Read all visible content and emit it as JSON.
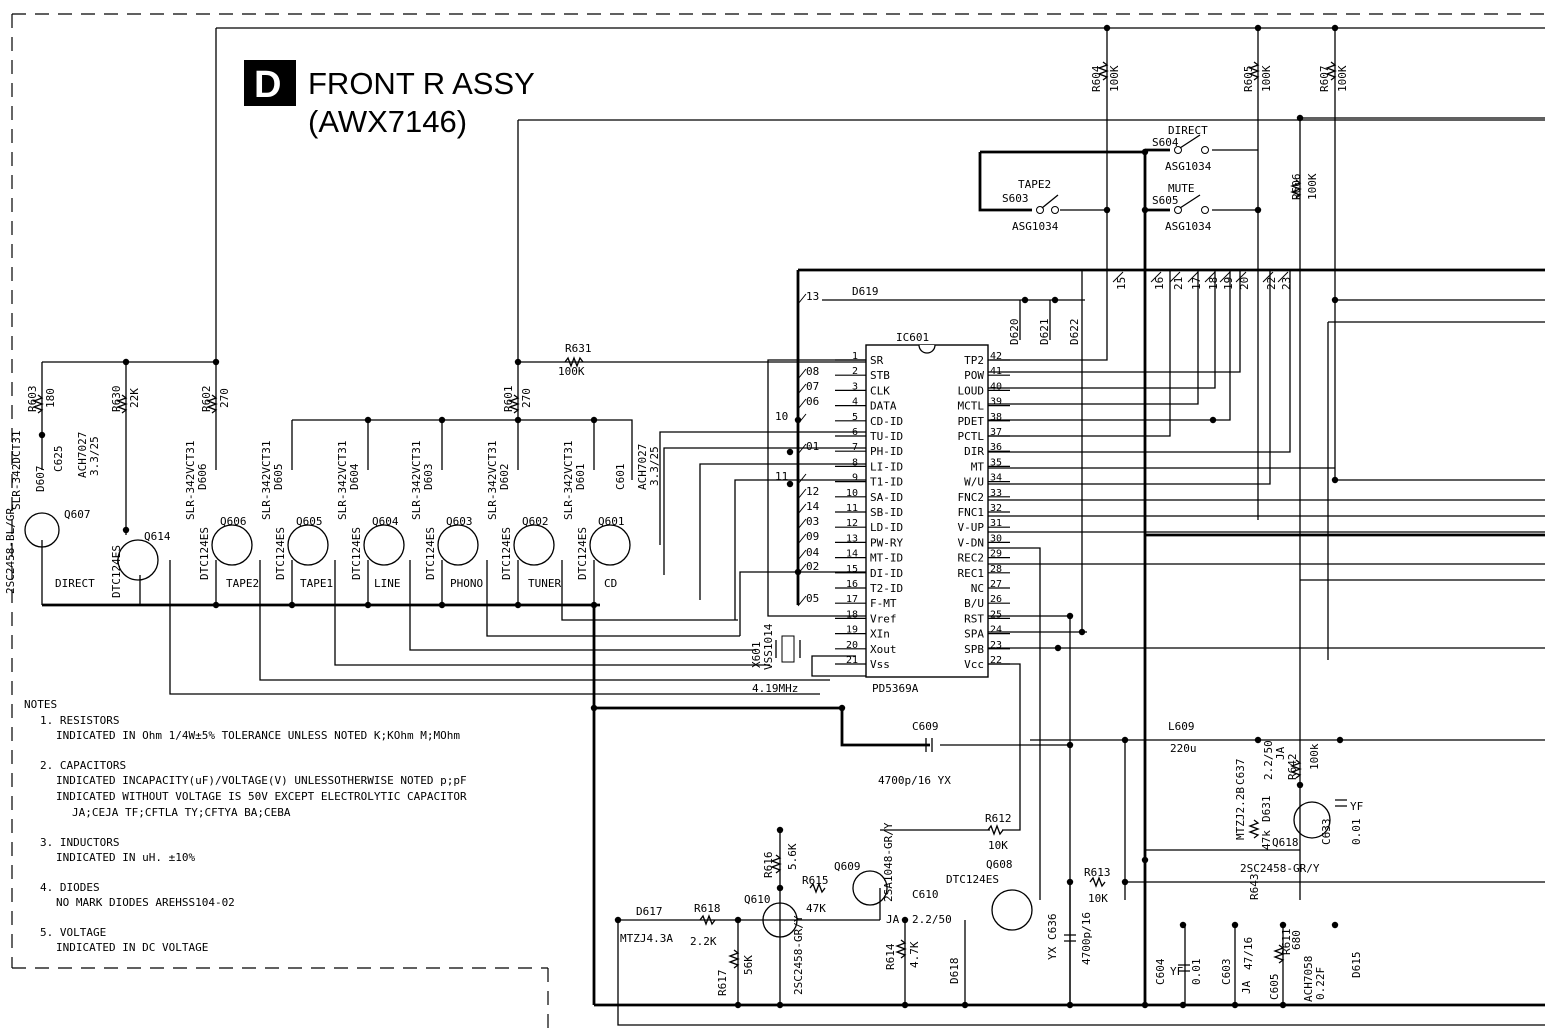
{
  "board": {
    "letter": "D",
    "name": "FRONT R ASSY",
    "part_no": "(AWX7146)"
  },
  "ic": {
    "ref": "IC601",
    "part": "PD5369A",
    "left_pins": [
      {
        "n": "1",
        "name": "SR"
      },
      {
        "n": "2",
        "name": "STB"
      },
      {
        "n": "3",
        "name": "CLK"
      },
      {
        "n": "4",
        "name": "DATA"
      },
      {
        "n": "5",
        "name": "CD-ID"
      },
      {
        "n": "6",
        "name": "TU-ID"
      },
      {
        "n": "7",
        "name": "PH-ID"
      },
      {
        "n": "8",
        "name": "LI-ID"
      },
      {
        "n": "9",
        "name": "T1-ID"
      },
      {
        "n": "10",
        "name": "SA-ID"
      },
      {
        "n": "11",
        "name": "SB-ID"
      },
      {
        "n": "12",
        "name": "LD-ID"
      },
      {
        "n": "13",
        "name": "PW-RY"
      },
      {
        "n": "14",
        "name": "MT-ID"
      },
      {
        "n": "15",
        "name": "DI-ID"
      },
      {
        "n": "16",
        "name": "T2-ID"
      },
      {
        "n": "17",
        "name": "F-MT"
      },
      {
        "n": "18",
        "name": "Vref"
      },
      {
        "n": "19",
        "name": "XIn"
      },
      {
        "n": "20",
        "name": "Xout"
      },
      {
        "n": "21",
        "name": "Vss"
      }
    ],
    "right_pins": [
      {
        "n": "42",
        "name": "TP2"
      },
      {
        "n": "41",
        "name": "POW"
      },
      {
        "n": "40",
        "name": "LOUD"
      },
      {
        "n": "39",
        "name": "MCTL"
      },
      {
        "n": "38",
        "name": "PDET"
      },
      {
        "n": "37",
        "name": "PCTL"
      },
      {
        "n": "36",
        "name": "DIR"
      },
      {
        "n": "35",
        "name": "MT"
      },
      {
        "n": "34",
        "name": "W/U"
      },
      {
        "n": "33",
        "name": "FNC2"
      },
      {
        "n": "32",
        "name": "FNC1"
      },
      {
        "n": "31",
        "name": "V-UP"
      },
      {
        "n": "30",
        "name": "V-DN"
      },
      {
        "n": "29",
        "name": "REC2"
      },
      {
        "n": "28",
        "name": "REC1"
      },
      {
        "n": "27",
        "name": "NC"
      },
      {
        "n": "26",
        "name": "B/U"
      },
      {
        "n": "25",
        "name": "RST"
      },
      {
        "n": "24",
        "name": "SPA"
      },
      {
        "n": "23",
        "name": "SPB"
      },
      {
        "n": "22",
        "name": "Vcc"
      }
    ]
  },
  "bus_left": [
    "13",
    "08",
    "07",
    "06",
    "10",
    "01",
    "11",
    "12",
    "14",
    "03",
    "09",
    "04",
    "02",
    "05"
  ],
  "bus_top": [
    "15",
    "16",
    "21",
    "17",
    "18",
    "19",
    "20",
    "22",
    "23"
  ],
  "components": {
    "r604": {
      "ref": "R604",
      "val": "100K"
    },
    "r605": {
      "ref": "R605",
      "val": "100K"
    },
    "r607": {
      "ref": "R607",
      "val": "100K"
    },
    "r606": {
      "ref": "R606",
      "val": "100K"
    },
    "s604": {
      "ref": "S604",
      "name": "DIRECT",
      "part": "ASG1034"
    },
    "s603": {
      "ref": "S603",
      "name": "TAPE2",
      "part": "ASG1034"
    },
    "s605": {
      "ref": "S605",
      "name": "MUTE",
      "part": "ASG1034"
    },
    "d619": "D619",
    "d620": "D620",
    "d621": "D621",
    "d622": "D622",
    "r631": {
      "ref": "R631",
      "val": "100K"
    },
    "r603": {
      "ref": "R603",
      "val": "180"
    },
    "r630": {
      "ref": "R630",
      "val": "22K"
    },
    "r602": {
      "ref": "R602",
      "val": "270"
    },
    "r601": {
      "ref": "R601",
      "val": "270"
    },
    "c625": {
      "ref": "C625",
      "part": "ACH7027",
      "val": "3.3/25"
    },
    "c601": {
      "ref": "C601",
      "part": "ACH7027",
      "val": "3.3/25"
    },
    "d607": {
      "ref": "D607",
      "part": "SLR-342DCT31"
    },
    "d606": {
      "ref": "D606",
      "part": "SLR-342VCT31"
    },
    "d605": {
      "ref": "D605",
      "part": "SLR-342VCT31"
    },
    "d604": {
      "ref": "D604",
      "part": "SLR-342VCT31"
    },
    "d603": {
      "ref": "D603",
      "part": "SLR-342VCT31"
    },
    "d602": {
      "ref": "D602",
      "part": "SLR-342VCT31"
    },
    "d601": {
      "ref": "D601",
      "part": "SLR-342VCT31"
    },
    "q607": {
      "ref": "Q607",
      "part": "2SC2458-BL/GR",
      "label": "DIRECT"
    },
    "q614": {
      "ref": "Q614",
      "part": "DTC124ES"
    },
    "q606": {
      "ref": "Q606",
      "part": "DTC124ES",
      "label": "TAPE2"
    },
    "q605": {
      "ref": "Q605",
      "part": "DTC124ES",
      "label": "TAPE1"
    },
    "q604": {
      "ref": "Q604",
      "part": "DTC124ES",
      "label": "LINE"
    },
    "q603": {
      "ref": "Q603",
      "part": "DTC124ES",
      "label": "PHONO"
    },
    "q602": {
      "ref": "Q602",
      "part": "DTC124ES",
      "label": "TUNER"
    },
    "q601": {
      "ref": "Q601",
      "part": "DTC124ES",
      "label": "CD"
    },
    "x601": {
      "ref": "X601",
      "part": "VSS1014",
      "freq": "4.19MHz"
    },
    "c609": {
      "ref": "C609",
      "val": "4700p/16 YX"
    },
    "l609": {
      "ref": "L609",
      "val": "220u"
    },
    "c637": {
      "ref": "C637",
      "val": "2.2/50",
      "type": "JA"
    },
    "d631": {
      "ref": "D631",
      "part": "MTZJ2.2B"
    },
    "r642": {
      "ref": "R642",
      "val": "100k"
    },
    "r643": {
      "ref": "R643",
      "val": "47k"
    },
    "c633": {
      "ref": "C633",
      "val": "0.01",
      "type": "YF"
    },
    "q618": {
      "ref": "Q618",
      "part": "2SC2458-GR/Y"
    },
    "r612": {
      "ref": "R612",
      "val": "10K"
    },
    "q609": {
      "ref": "Q609",
      "part": "2SA1048-GR/Y"
    },
    "q608": {
      "ref": "Q608",
      "part": "DTC124ES"
    },
    "r616": {
      "ref": "R616",
      "val": "5.6K"
    },
    "r615": {
      "ref": "R615",
      "val": "47K"
    },
    "c610": {
      "ref": "C610",
      "val": "2.2/50",
      "type": "JA"
    },
    "r613": {
      "ref": "R613",
      "val": "10K"
    },
    "d617": {
      "ref": "D617",
      "part": "MTZJ4.3A"
    },
    "r618": {
      "ref": "R618",
      "val": "2.2K"
    },
    "q610": {
      "ref": "Q610",
      "part": "2SC2458-GR/Y"
    },
    "r617": {
      "ref": "R617",
      "val": "56K"
    },
    "r614": {
      "ref": "R614",
      "val": "4.7K"
    },
    "d618": "D618",
    "c636": {
      "ref": "C636",
      "val": "4700p/16",
      "type": "YX"
    },
    "c604": {
      "ref": "C604",
      "val": "0.01",
      "type": "YF"
    },
    "c603": {
      "ref": "C603",
      "val": "47/16",
      "type": "JA"
    },
    "c605": {
      "ref": "C605",
      "part": "ACH7058",
      "val": "0.22F",
      "r611": "R611",
      "r611_val": "680"
    },
    "d615": "D615"
  },
  "notes": {
    "heading": "NOTES",
    "items": [
      {
        "title": "1. RESISTORS",
        "lines": [
          "INDICATED IN Ohm 1/4W±5% TOLERANCE UNLESS NOTED K;KOhm M;MOhm"
        ]
      },
      {
        "title": "2. CAPACITORS",
        "lines": [
          "INDICATED INCAPACITY(uF)/VOLTAGE(V) UNLESSOTHERWISE NOTED p;pF",
          "INDICATED WITHOUT VOLTAGE IS 50V EXCEPT ELECTROLYTIC CAPACITOR",
          "JA;CEJA    TF;CFTLA   TY;CFTYA   BA;CEBA"
        ]
      },
      {
        "title": "3. INDUCTORS",
        "lines": [
          "INDICATED IN uH. ±10%"
        ]
      },
      {
        "title": "4. DIODES",
        "lines": [
          "NO MARK DIODES AREHSS104-02"
        ]
      },
      {
        "title": "5. VOLTAGE",
        "lines": [
          "INDICATED IN DC VOLTAGE"
        ]
      }
    ]
  }
}
